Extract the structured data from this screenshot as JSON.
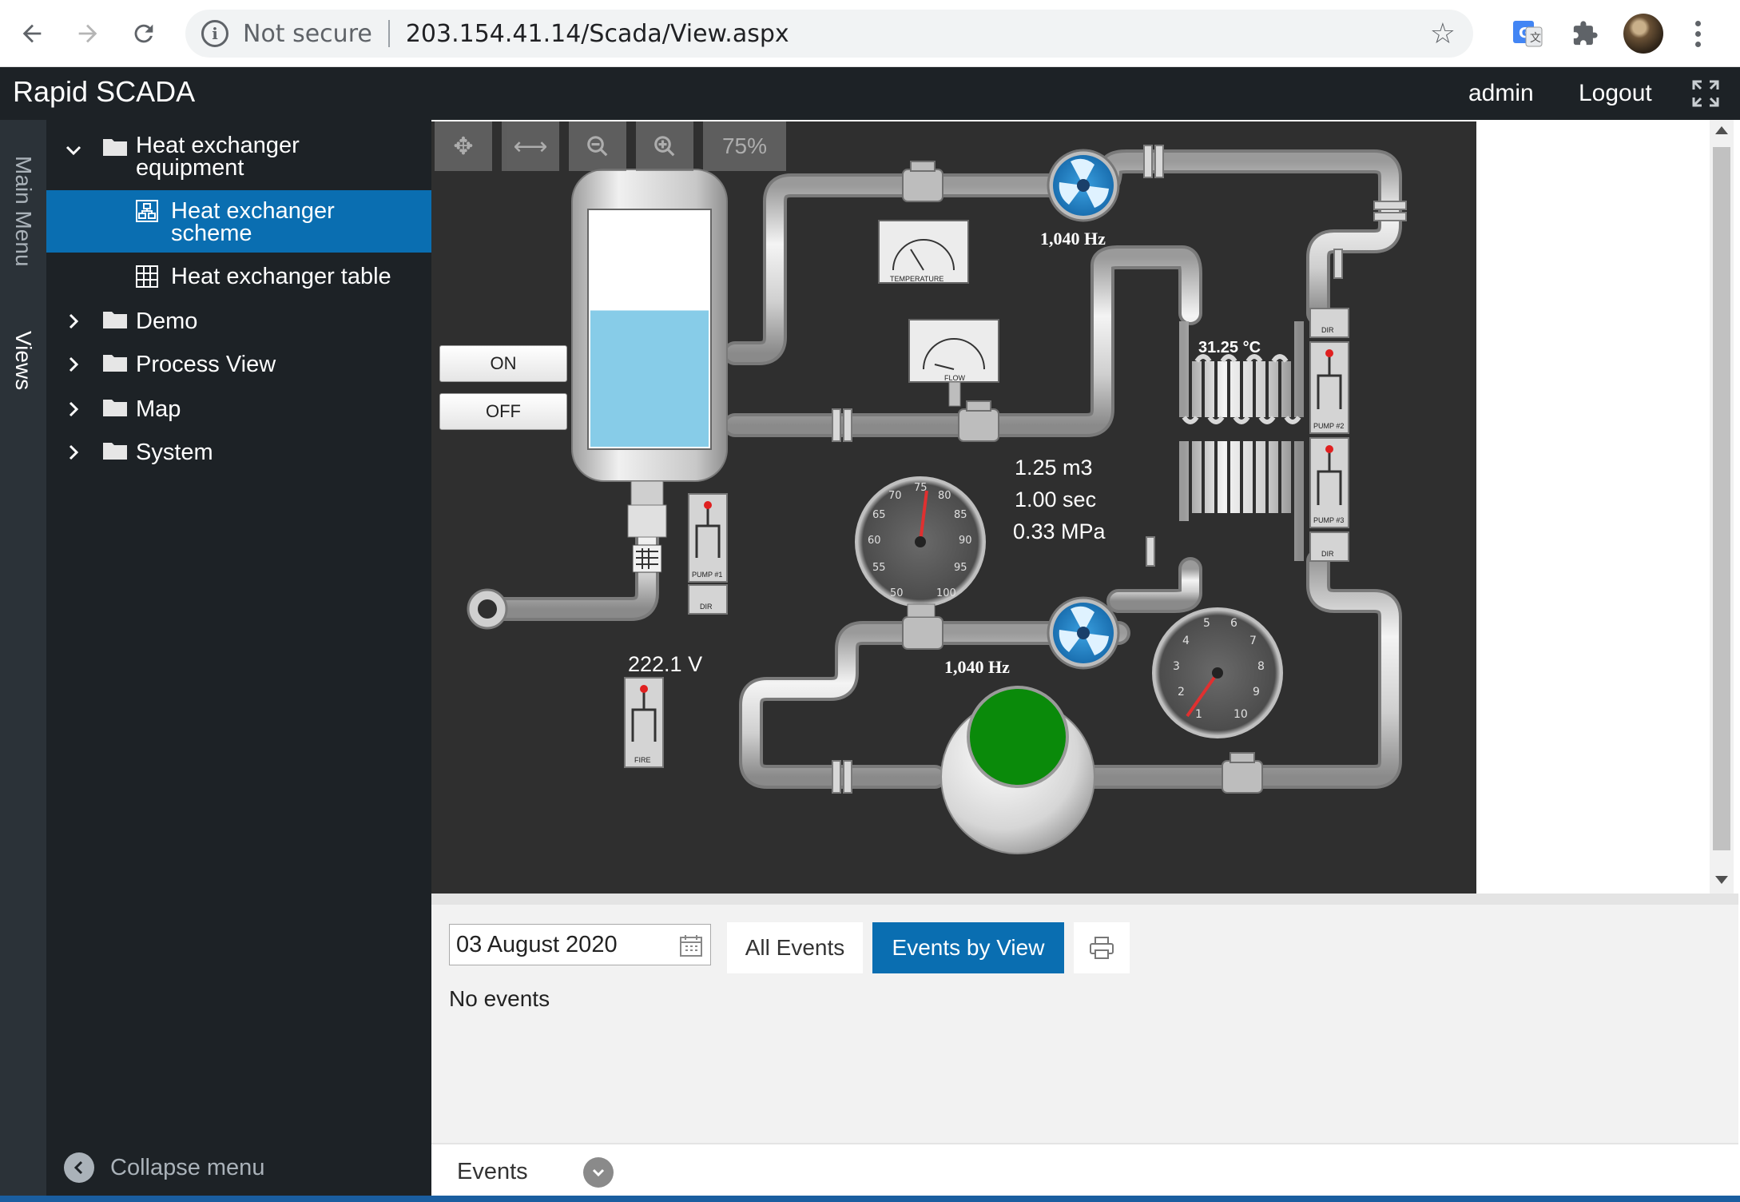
{
  "browser": {
    "security_label": "Not secure",
    "url": "203.154.41.14/Scada/View.aspx"
  },
  "app": {
    "title": "Rapid SCADA",
    "user": "admin",
    "logout_label": "Logout"
  },
  "side_tabs": {
    "main_menu": "Main Menu",
    "views": "Views"
  },
  "tree": {
    "items": [
      {
        "label": "Heat exchanger equipment",
        "expanded": true
      },
      {
        "label": "Heat exchanger scheme",
        "selected": true
      },
      {
        "label": "Heat exchanger table"
      },
      {
        "label": "Demo"
      },
      {
        "label": "Process View"
      },
      {
        "label": "Map"
      },
      {
        "label": "System"
      }
    ],
    "collapse_label": "Collapse menu"
  },
  "scheme": {
    "zoom": "75%",
    "on_label": "ON",
    "off_label": "OFF",
    "fan_top_freq": "1,040 Hz",
    "fan_bottom_freq": "1,040 Hz",
    "temperature": "31.25 °C",
    "volume": "1.25 m3",
    "time": "1.00 sec",
    "pressure": "0.33 MPa",
    "voltage": "222.1 V",
    "temperature_gauge_label": "TEMPERATURE",
    "flow_gauge_label": "FLOW",
    "tank_level_fraction": 0.58,
    "pump1_label": "PUMP #1",
    "pump2_label": "PUMP #2",
    "pump3_label": "PUMP #3",
    "dir_label": "DIR",
    "fire_label": "FIRE",
    "status_color": "#0a8a0a"
  },
  "events": {
    "date": "03 August 2020",
    "all_events_label": "All Events",
    "events_by_view_label": "Events by View",
    "no_events_label": "No events",
    "footer_label": "Events"
  },
  "colors": {
    "accent": "#0a6eb1",
    "header_bg": "#1d2226"
  }
}
